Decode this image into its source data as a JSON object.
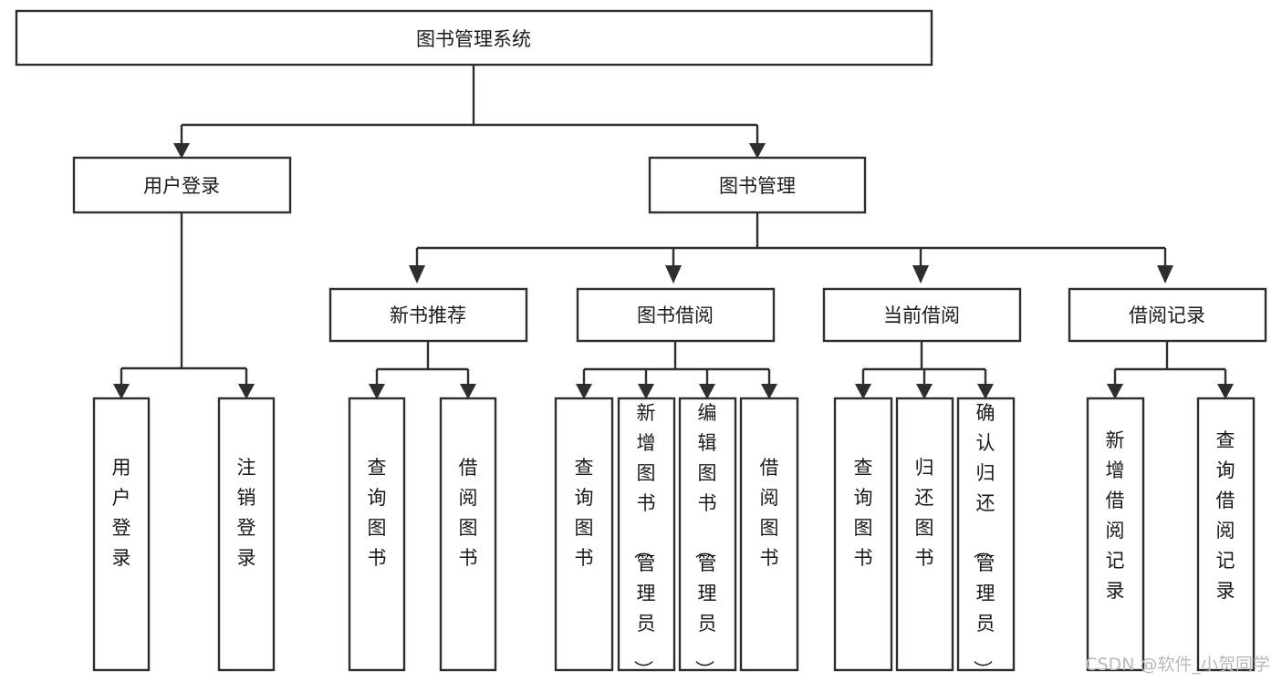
{
  "diagram": {
    "title": "图书管理系统",
    "type": "hierarchy-tree",
    "orientation": "top-down",
    "watermark": "CSDN @软件_小贺同学",
    "colors": {
      "stroke": "#2e2e2e",
      "fill": "#ffffff",
      "text": "#1a1a1a",
      "background": "#ffffff",
      "watermark": "#b9b9b9"
    },
    "levels": [
      {
        "level": 0,
        "nodes": [
          {
            "id": "root",
            "label": "图书管理系统",
            "orientation": "horizontal"
          }
        ]
      },
      {
        "level": 1,
        "nodes": [
          {
            "id": "login",
            "label": "用户登录",
            "orientation": "horizontal",
            "parent": "root"
          },
          {
            "id": "bookmgmt",
            "label": "图书管理",
            "orientation": "horizontal",
            "parent": "root"
          }
        ]
      },
      {
        "level": 2,
        "nodes": [
          {
            "id": "newbook",
            "label": "新书推荐",
            "orientation": "horizontal",
            "parent": "bookmgmt"
          },
          {
            "id": "borrow",
            "label": "图书借阅",
            "orientation": "horizontal",
            "parent": "bookmgmt"
          },
          {
            "id": "current",
            "label": "当前借阅",
            "orientation": "horizontal",
            "parent": "bookmgmt"
          },
          {
            "id": "records",
            "label": "借阅记录",
            "orientation": "horizontal",
            "parent": "bookmgmt"
          }
        ]
      },
      {
        "level": 3,
        "nodes": [
          {
            "id": "leaf-user-login",
            "label": "用户登录",
            "orientation": "vertical",
            "parent": "login"
          },
          {
            "id": "leaf-user-logout",
            "label": "注销登录",
            "orientation": "vertical",
            "parent": "login"
          },
          {
            "id": "leaf-query-book-1",
            "label": "查询图书",
            "orientation": "vertical",
            "parent": "newbook"
          },
          {
            "id": "leaf-borrow-book-1",
            "label": "借阅图书",
            "orientation": "vertical",
            "parent": "newbook"
          },
          {
            "id": "leaf-query-book-2",
            "label": "查询图书",
            "orientation": "vertical",
            "parent": "borrow"
          },
          {
            "id": "leaf-add-book",
            "label": "新增图书（管理员）",
            "orientation": "vertical",
            "parent": "borrow"
          },
          {
            "id": "leaf-edit-book",
            "label": "编辑图书（管理员）",
            "orientation": "vertical",
            "parent": "borrow"
          },
          {
            "id": "leaf-borrow-book-2",
            "label": "借阅图书",
            "orientation": "vertical",
            "parent": "borrow"
          },
          {
            "id": "leaf-query-book-3",
            "label": "查询图书",
            "orientation": "vertical",
            "parent": "current"
          },
          {
            "id": "leaf-return-book",
            "label": "归还图书",
            "orientation": "vertical",
            "parent": "current"
          },
          {
            "id": "leaf-confirm-return",
            "label": "确认归还（管理员）",
            "orientation": "vertical",
            "parent": "current"
          },
          {
            "id": "leaf-add-record",
            "label": "新增借阅记录",
            "orientation": "vertical",
            "parent": "records"
          },
          {
            "id": "leaf-query-record",
            "label": "查询借阅记录",
            "orientation": "vertical",
            "parent": "records"
          }
        ]
      }
    ]
  }
}
